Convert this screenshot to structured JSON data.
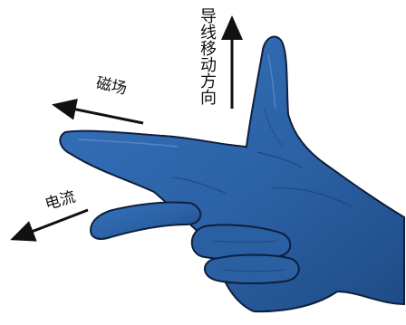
{
  "labels": {
    "motion_direction": "导线移动方向",
    "magnetic_field": "磁场",
    "current": "电流"
  },
  "colors": {
    "glove_fill": "#2c62a6",
    "glove_shade": "#1d4a82",
    "glove_outline": "#0f1f3a",
    "arrow": "#111111"
  },
  "icons": {
    "hand": "right-hand-rule-glove",
    "arrows": "arrow-icon"
  }
}
